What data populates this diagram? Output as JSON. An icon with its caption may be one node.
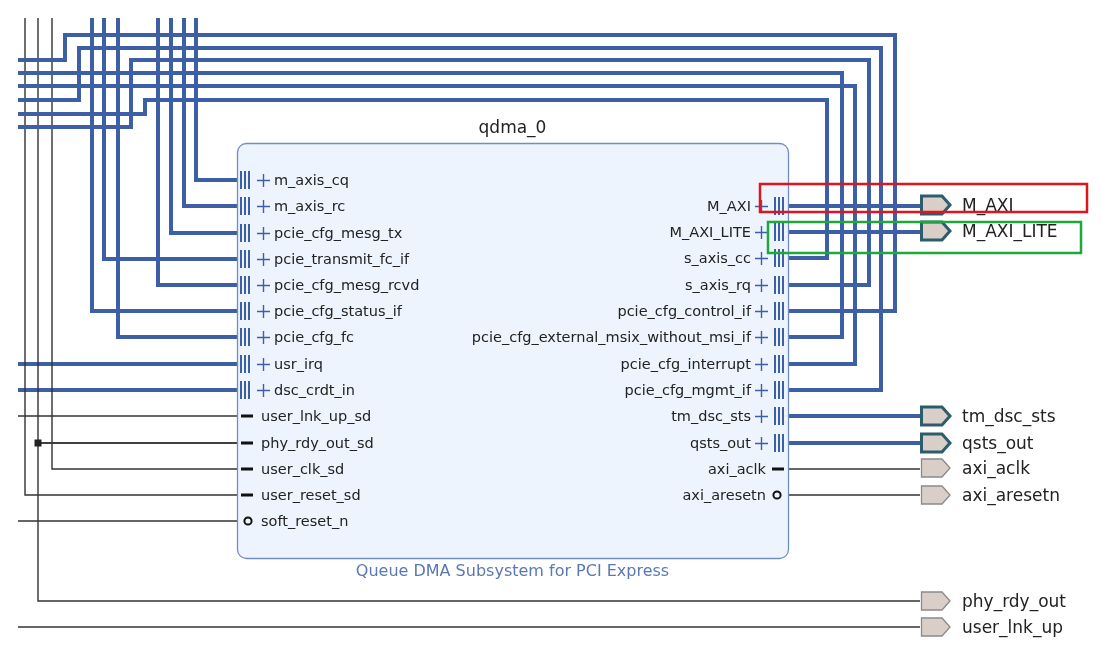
{
  "diagram": {
    "nodes": [
      {
        "text": [
          "qdma_0",
          "Queue DMA Subsystem for PCI Express"
        ]
      },
      {
        "text": [
          "m_axis_cq"
        ],
        "in": 0
      },
      {
        "text": [
          "m_axis_rc"
        ],
        "in": 0
      },
      {
        "text": [
          "pcie_cfg_mesg_tx"
        ],
        "in": 0
      },
      {
        "text": [
          "pcie_transmit_fc_if"
        ],
        "in": 0
      },
      {
        "text": [
          "pcie_cfg_mesg_rcvd"
        ],
        "in": 0
      },
      {
        "text": [
          "pcie_cfg_status_if"
        ],
        "in": 0
      },
      {
        "text": [
          "pcie_cfg_fc"
        ],
        "in": 0
      },
      {
        "text": [
          "usr_irq"
        ],
        "in": 0
      },
      {
        "text": [
          "dsc_crdt_in"
        ],
        "in": 0
      },
      {
        "text": [
          "user_lnk_up_sd"
        ],
        "in": 0
      },
      {
        "text": [
          "phy_rdy_out_sd"
        ],
        "in": 0
      },
      {
        "text": [
          "user_clk_sd"
        ],
        "in": 0
      },
      {
        "text": [
          "user_reset_sd"
        ],
        "in": 0
      },
      {
        "text": [
          "soft_reset_n"
        ],
        "in": 0
      },
      {
        "text": [
          "M_AXI"
        ],
        "in": 0
      },
      {
        "text": [
          "M_AXI_LITE"
        ],
        "in": 0
      },
      {
        "text": [
          "s_axis_cc"
        ],
        "in": 0
      },
      {
        "text": [
          "s_axis_rq"
        ],
        "in": 0
      },
      {
        "text": [
          "pcie_cfg_control_if"
        ],
        "in": 0
      },
      {
        "text": [
          "pcie_cfg_external_msix_without_msi_if"
        ],
        "in": 0
      },
      {
        "text": [
          "pcie_cfg_interrupt"
        ],
        "in": 0
      },
      {
        "text": [
          "pcie_cfg_mgmt_if"
        ],
        "in": 0
      },
      {
        "text": [
          "tm_dsc_sts"
        ],
        "in": 0
      },
      {
        "text": [
          "qsts_out"
        ],
        "in": 0
      },
      {
        "text": [
          "axi_aclk"
        ],
        "in": 0
      },
      {
        "text": [
          "axi_aresetn"
        ],
        "in": 0
      },
      {
        "text": [
          "M_AXI"
        ]
      },
      {
        "text": [
          "M_AXI_LITE"
        ]
      },
      {
        "text": [
          "tm_dsc_sts"
        ]
      },
      {
        "text": [
          "qsts_out"
        ]
      },
      {
        "text": [
          "axi_aclk"
        ]
      },
      {
        "text": [
          "axi_aresetn"
        ]
      },
      {
        "text": [
          "phy_rdy_out"
        ]
      },
      {
        "text": [
          "user_lnk_up"
        ]
      }
    ],
    "edges": [
      {
        "from": null,
        "to": 1,
        "arrow": "none"
      },
      {
        "from": null,
        "to": 2,
        "arrow": "none"
      },
      {
        "from": null,
        "to": 3,
        "arrow": "none"
      },
      {
        "from": null,
        "to": 4,
        "arrow": "none"
      },
      {
        "from": null,
        "to": 5,
        "arrow": "none"
      },
      {
        "from": null,
        "to": 6,
        "arrow": "none"
      },
      {
        "from": null,
        "to": 7,
        "arrow": "none"
      },
      {
        "from": null,
        "to": 8,
        "arrow": "none"
      },
      {
        "from": null,
        "to": 9,
        "arrow": "none"
      },
      {
        "from": null,
        "to": 10,
        "arrow": "none",
        "color": "#333333"
      },
      {
        "from": null,
        "to": 11,
        "arrow": "none",
        "color": "#333333"
      },
      {
        "from": null,
        "to": 12,
        "arrow": "none",
        "color": "#333333"
      },
      {
        "from": null,
        "to": 13,
        "arrow": "none",
        "color": "#333333"
      },
      {
        "from": null,
        "to": 14,
        "arrow": "none",
        "color": "#333333"
      },
      {
        "from": 15,
        "to": 27,
        "arrow": "none"
      },
      {
        "from": 16,
        "to": 28,
        "arrow": "none"
      },
      {
        "from": 17,
        "to": null,
        "arrow": "none"
      },
      {
        "from": 18,
        "to": null,
        "arrow": "none"
      },
      {
        "from": 19,
        "to": null,
        "arrow": "none"
      },
      {
        "from": 20,
        "to": null,
        "arrow": "none"
      },
      {
        "from": 21,
        "to": null,
        "arrow": "none"
      },
      {
        "from": 22,
        "to": null,
        "arrow": "none"
      },
      {
        "from": 23,
        "to": 29,
        "arrow": "none"
      },
      {
        "from": 24,
        "to": 30,
        "arrow": "none"
      },
      {
        "from": 25,
        "to": 31,
        "arrow": "none",
        "color": "#333333"
      },
      {
        "from": 26,
        "to": 32,
        "arrow": "none",
        "color": "#333333"
      },
      {
        "from": 11,
        "to": 33,
        "arrow": "none",
        "color": "#333333"
      },
      {
        "from": null,
        "to": 34,
        "arrow": "none",
        "color": "#333333"
      }
    ]
  }
}
